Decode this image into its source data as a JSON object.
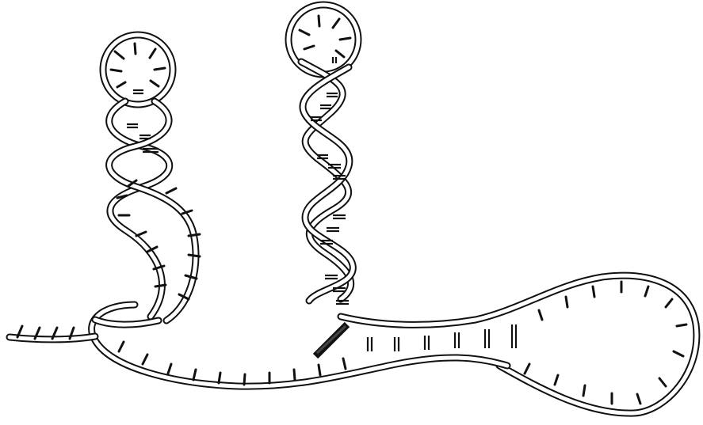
{
  "figure": {
    "subject": "rna-secondary-structure-drawing",
    "colors": {
      "ink": "#111111",
      "paper": "#ffffff"
    },
    "elements": [
      "hairpin-left",
      "hairpin-center",
      "internal-loop-right",
      "free-5prime-end",
      "exiting-strand"
    ]
  }
}
